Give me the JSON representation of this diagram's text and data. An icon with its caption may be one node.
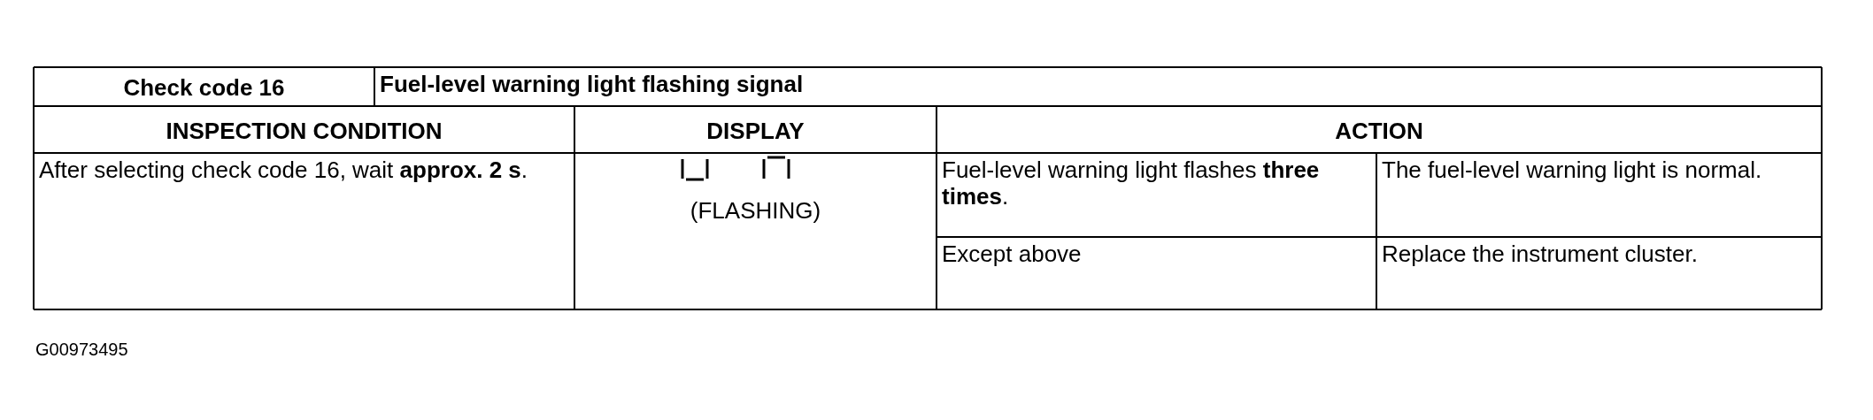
{
  "diagram": {
    "labels": [
      "Check code 16",
      "Fuel-level warning light flashing signal",
      "INSPECTION CONDITION",
      "DISPLAY",
      "ACTION",
      "After selecting check code 16, wait **approx. 2 s**.",
      "(FLASHING)",
      "Fuel-level warning light flashes **three times**.",
      "The fuel-level warning light is normal.",
      "Except above",
      "Replace the instrument cluster.",
      "G00973495"
    ]
  }
}
